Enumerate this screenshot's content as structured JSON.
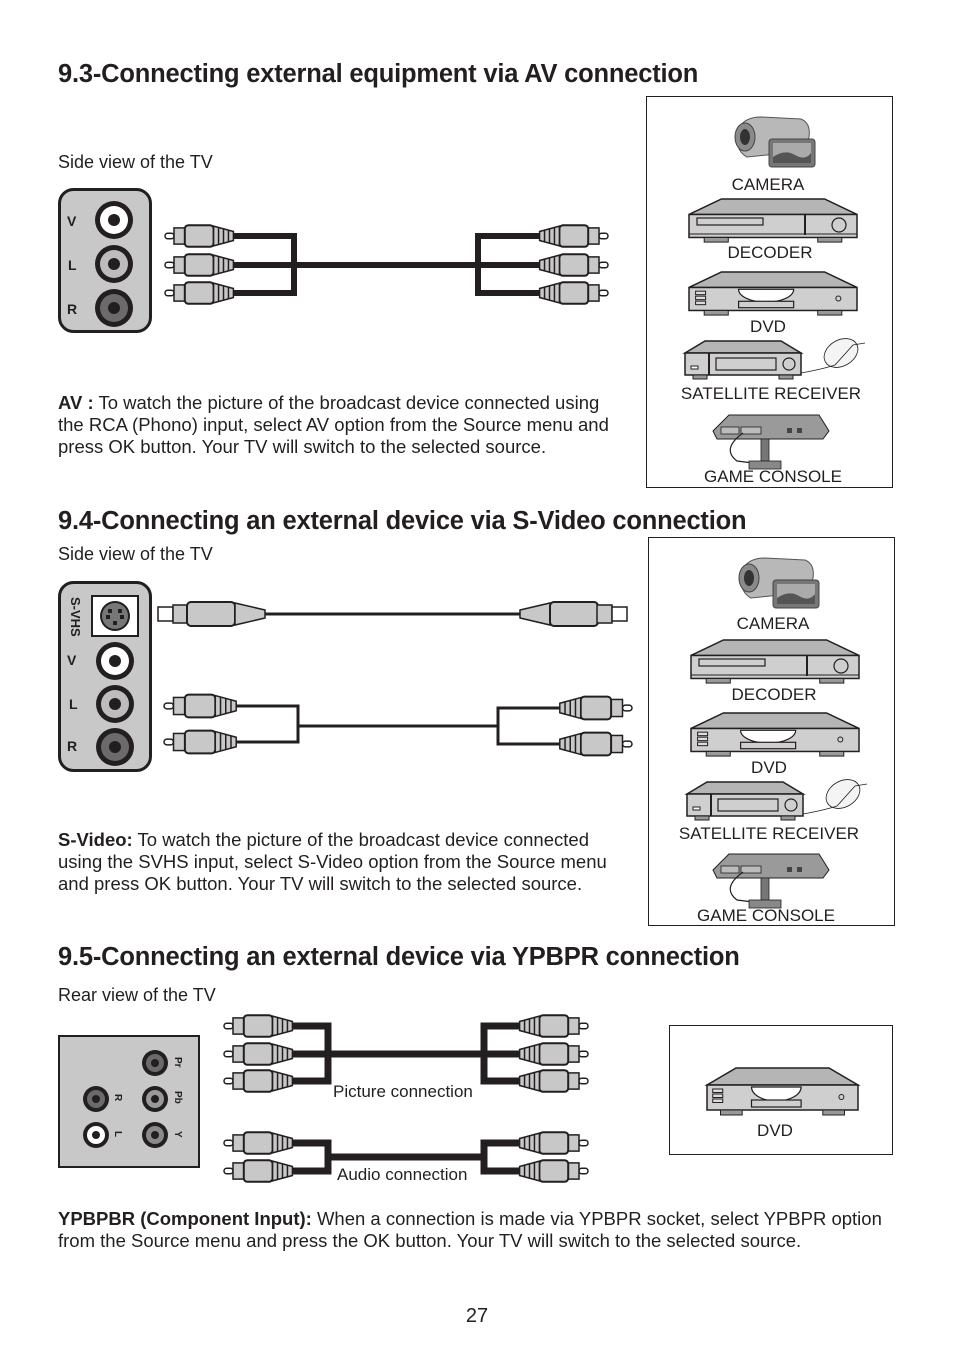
{
  "page_number": "27",
  "sections": [
    {
      "title": "9.3-Connecting external equipment via AV connection",
      "view_caption": "Side view of the TV",
      "panel_labels": [
        "V",
        "L",
        "R"
      ],
      "description_lead": "AV :",
      "description_text": " To watch the picture of the broadcast device connected using the RCA (Phono) input, select AV option from the Source menu and press OK button. Your TV will switch to the selected source.",
      "devices": [
        "CAMERA",
        "DECODER",
        "DVD",
        "SATELLITE RECEIVER",
        "GAME CONSOLE"
      ]
    },
    {
      "title": "9.4-Connecting an external device via S-Video connection",
      "view_caption": "Side view of the TV",
      "panel_labels": [
        "S-VHS",
        "V",
        "L",
        "R"
      ],
      "description_lead": "S-Video:",
      "description_text": " To watch the picture of the broadcast device connected using the SVHS input, select S-Video option from the Source menu and press OK button. Your TV will switch to the selected source.",
      "devices": [
        "CAMERA",
        "DECODER",
        "DVD",
        "SATELLITE RECEIVER",
        "GAME CONSOLE"
      ]
    },
    {
      "title": "9.5-Connecting an external device via YPBPR connection",
      "view_caption": "Rear view of the TV",
      "panel_labels": [
        "Pr",
        "R",
        "Pb",
        "L",
        "Y"
      ],
      "picture_label": "Picture connection",
      "audio_label": "Audio connection",
      "description_lead": "YPBPBR (Component Input):",
      "description_text": " When a connection is made via YPBPR socket, select YPBPR option from the Source menu and press the OK button. Your TV will switch to the selected source.",
      "devices": [
        "DVD"
      ]
    }
  ]
}
